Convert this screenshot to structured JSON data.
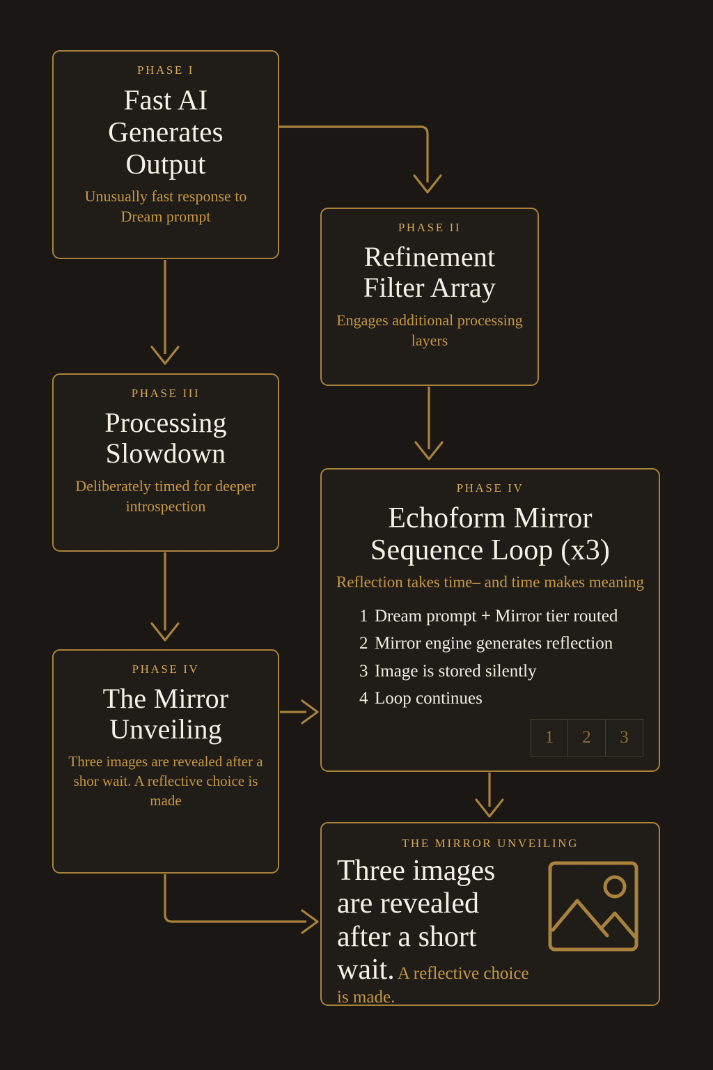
{
  "theme": {
    "background": "#1a1714",
    "box_fill": "#201c18",
    "gold_border": "#a9823c",
    "gold_label": "#d6a857",
    "gold_body": "#c59843",
    "cream_title": "#f6f1e6",
    "dim_cell_border": "#4a4033",
    "dim_cell_text": "#8d7031"
  },
  "nodes": {
    "phase1": {
      "phase": "PHASE I",
      "title": "Fast AI Generates Output",
      "subtitle": "Unusually fast response to Dream prompt"
    },
    "phase2": {
      "phase": "PHASE II",
      "title": "Refinement Filter Array",
      "subtitle": "Engages additional processing layers"
    },
    "phase3": {
      "phase": "PHASE III",
      "title": "Processing Slowdown",
      "subtitle": "Deliberately timed for deeper introspection"
    },
    "phase4_loop": {
      "phase": "PHASE IV",
      "title": "Echoform Mirror Sequence Loop (x3)",
      "subtitle": "Reflection takes time– and time makes meaning",
      "steps": [
        {
          "num": "1",
          "text": "Dream prompt + Mirror tier routed"
        },
        {
          "num": "2",
          "text": "Mirror engine generates reflection"
        },
        {
          "num": "3",
          "text": "Image is stored silently"
        },
        {
          "num": "4",
          "text": "Loop continues"
        }
      ],
      "thumbnails": [
        "1",
        "2",
        "3"
      ]
    },
    "phase4_unveil": {
      "phase": "PHASE IV",
      "title": "The Mirror Unveiling",
      "subtitle": "Three images are revealed after a shor wait. A reflective choice is made"
    },
    "final": {
      "phase": "THE MIRROR UNVEILING",
      "headline": "Three images are revealed after a short wait.",
      "tail": "A reflective choice is made.",
      "icon": "image-placeholder-icon"
    }
  },
  "connectors": [
    {
      "name": "phase1-to-phase2",
      "from": "phase1",
      "to": "phase2",
      "style": "elbow-right-down"
    },
    {
      "name": "phase1-to-phase3",
      "from": "phase1",
      "to": "phase3",
      "style": "straight-down"
    },
    {
      "name": "phase2-to-phase4-loop",
      "from": "phase2",
      "to": "phase4_loop",
      "style": "straight-down"
    },
    {
      "name": "phase3-to-phase4-unveil",
      "from": "phase3",
      "to": "phase4_unveil",
      "style": "straight-down"
    },
    {
      "name": "phase4-unveil-to-loop",
      "from": "phase4_unveil",
      "to": "phase4_loop",
      "style": "straight-right"
    },
    {
      "name": "phase4-loop-to-final",
      "from": "phase4_loop",
      "to": "final",
      "style": "straight-down"
    },
    {
      "name": "phase4-unveil-to-final",
      "from": "phase4_unveil",
      "to": "final",
      "style": "elbow-down-right"
    }
  ]
}
